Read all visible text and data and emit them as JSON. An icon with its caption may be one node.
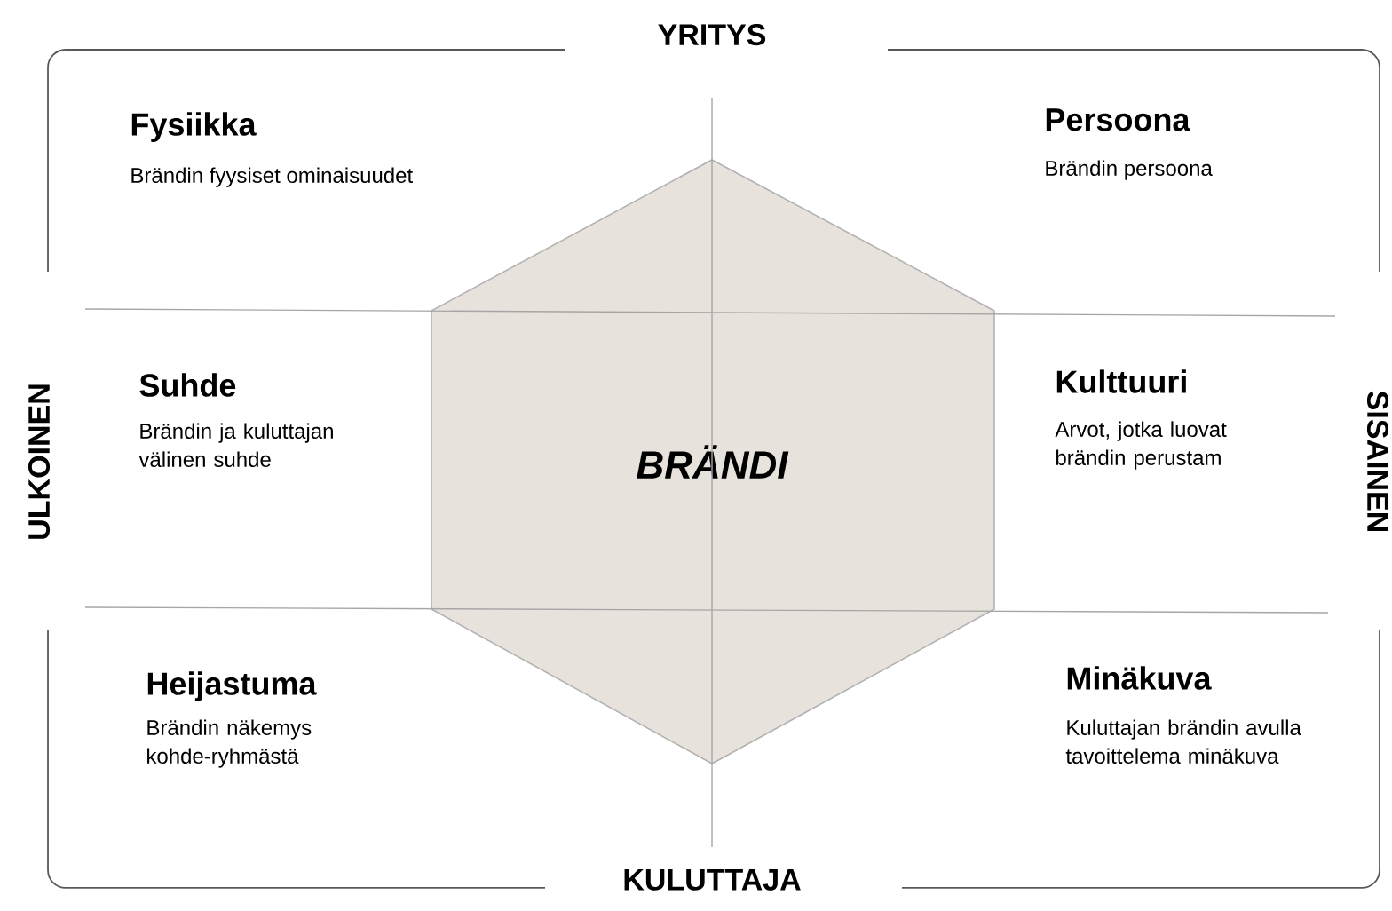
{
  "diagram": {
    "nodes": [
      {
        "text": [
          "BRÄNDI"
        ]
      }
    ],
    "labels": [
      "YRITYS",
      "Fysiikka",
      "Brändin fyysiset ominaisuudet",
      "Persoona",
      "Brändin persoona",
      "ULKOINEN",
      "Suhde",
      "Brändin ja kuluttajan välinen suhde",
      "Kulttuuri",
      "Arvot, jotka luovat brändin perustam",
      "SISAINEN",
      "Heijastuma",
      "Brändin näkemys kohde-ryhmästä",
      "Minäkuva",
      "Kuluttajan brändin avulla tavoittelema minäkuva",
      "KULUTTAJA"
    ]
  }
}
